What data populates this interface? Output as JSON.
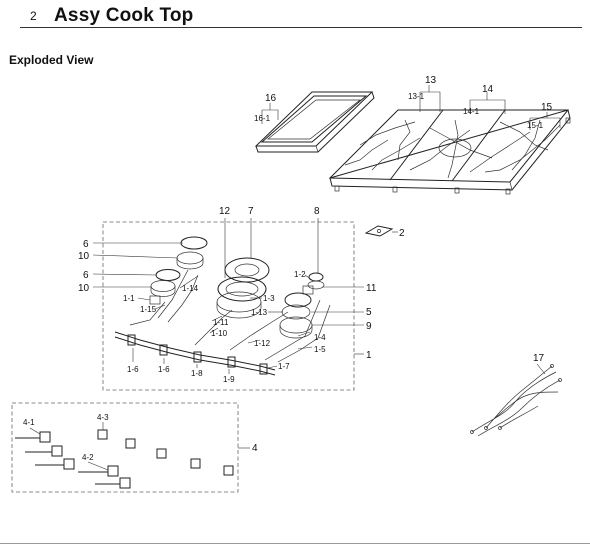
{
  "header": {
    "page_number": "2",
    "title": "Assy Cook Top"
  },
  "section": {
    "title": "Exploded View"
  },
  "callouts": {
    "c13": "13",
    "c13_1": "13-1",
    "c14": "14",
    "c14_1": "14-1",
    "c15": "15",
    "c15_1": "15-1",
    "c16": "16",
    "c16_1": "16-1",
    "c2": "2",
    "c12": "12",
    "c7": "7",
    "c8": "8",
    "c6a": "6",
    "c10a": "10",
    "c6b": "6",
    "c10b": "10",
    "c1_1": "1-1",
    "c1_14": "1-14",
    "c1_15": "1-15",
    "c1_2": "1-2",
    "c11": "11",
    "c1_3": "1-3",
    "c1_13": "1-13",
    "c5": "5",
    "c9": "9",
    "c1_11": "1-11",
    "c1_10": "1-10",
    "c1_4": "1-4",
    "c1_12": "1-12",
    "c1_5": "1-5",
    "c1": "1",
    "c1_6a": "1-6",
    "c1_6b": "1-6",
    "c1_8": "1-8",
    "c1_9": "1-9",
    "c1_7": "1-7",
    "c17": "17",
    "c4_3": "4-3",
    "c4_1": "4-1",
    "c4_2": "4-2",
    "c4": "4"
  }
}
